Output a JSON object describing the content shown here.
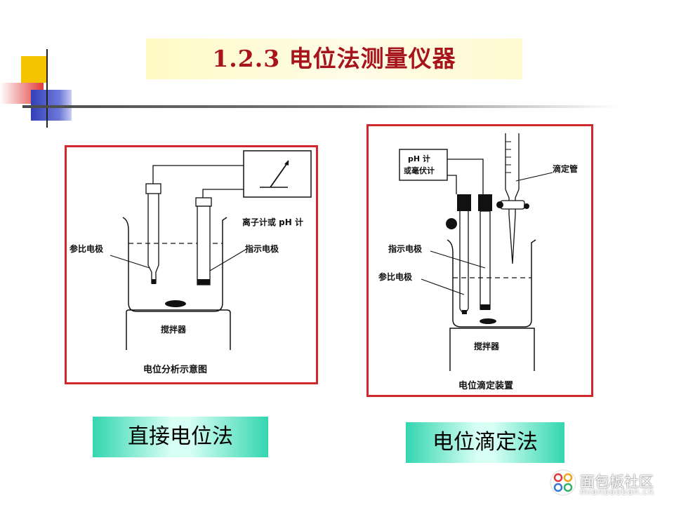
{
  "title": "1.2.3  电位法测量仪器",
  "left_panel": {
    "meter_label": "离子计或 pH 计",
    "reference_label": "参比电极",
    "indicator_label": "指示电极",
    "stirrer_label": "搅拌器",
    "caption": "电位分析示意图",
    "method": "直接电位法"
  },
  "right_panel": {
    "meter_label_line1": "pH 计",
    "meter_label_line2": "或毫伏计",
    "burette_label": "滴定管",
    "indicator_label": "指示电极",
    "reference_label": "参比电极",
    "stirrer_label": "搅拌器",
    "caption": "电位滴定装置",
    "method": "电位滴定法"
  },
  "watermark": {
    "text": "面包板社区",
    "sub": "mianbaoban.cn"
  },
  "colors": {
    "title": "#a8141c",
    "frame": "#d0282c",
    "caption_box": "#33d6b0"
  }
}
